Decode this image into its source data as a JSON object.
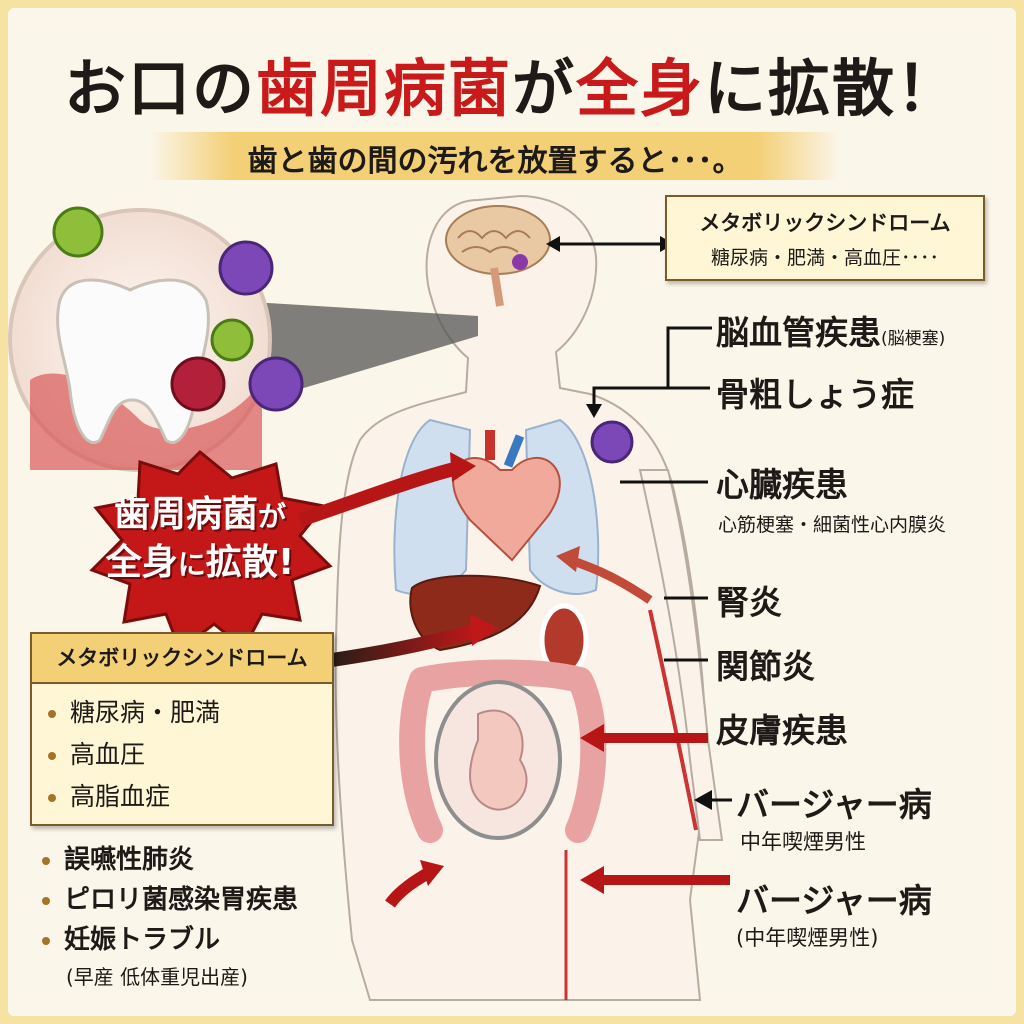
{
  "title": {
    "part1": "お口の",
    "part2": "歯周病菌",
    "part3": "が",
    "part4": "全身",
    "part5": "に",
    "part6": "拡散",
    "part7": "！"
  },
  "subtitle": "歯と歯の間の汚れを放置すると･･･。",
  "top_box": {
    "heading": "メタボリックシンドローム",
    "detail": "糖尿病・肥満・高血圧････"
  },
  "burst": {
    "line1a": "歯周病菌",
    "line1b": "が",
    "line2a": "全身",
    "line2b": "に",
    "line2c": "拡散",
    "line2d": "!"
  },
  "left_box": {
    "heading": "メタボリックシンドローム",
    "items": [
      "糖尿病・肥満",
      "高血圧",
      "高脂血症"
    ]
  },
  "left_list": {
    "items": [
      "誤嚥性肺炎",
      "ピロリ菌感染胃疾患",
      "妊娠トラブル"
    ],
    "note": "(早産  低体重児出産)"
  },
  "right_labels": {
    "cerebro": "脳血管疾患",
    "cerebro_note": "(脳梗塞)",
    "osteo": "骨粗しょう症",
    "heart": "心臓疾患",
    "heart_note": "心筋梗塞・細菌性心内膜炎",
    "kidney": "腎炎",
    "joint": "関節炎",
    "skin": "皮膚疾患",
    "buerger1": "バージャー病",
    "buerger1_note": "中年喫煙男性",
    "buerger2": "バージャー病",
    "buerger2_note": "(中年喫煙男性)"
  },
  "colors": {
    "accent_red": "#c81a1a",
    "banner_gold": "#f3cf76",
    "background": "#fbf6ea"
  },
  "icons": [
    "tooth-icon",
    "bacteria-icon",
    "brain-icon",
    "heart-icon",
    "lungs-icon",
    "liver-icon",
    "kidney-icon",
    "intestine-icon",
    "fetus-icon"
  ]
}
